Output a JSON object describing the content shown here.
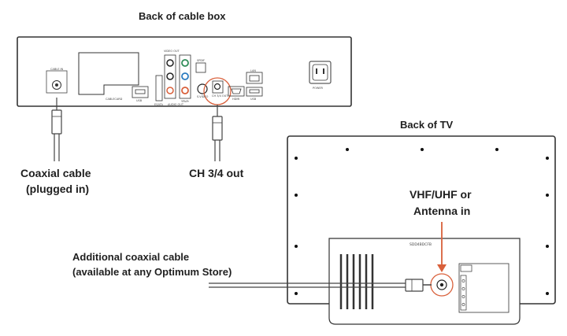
{
  "cable_box": {
    "title": "Back of cable box",
    "port_labels": {
      "cable_in": "CABLE IN",
      "cablecard": "CABLECARD",
      "usb": "USB",
      "esata": "ESATA",
      "video_out": "VIDEO OUT",
      "audio_out": "AUDIO OUT",
      "ypbpr": "YPbPr",
      "spdif": "SPDIF",
      "svideo": "S-VIDEO",
      "ch34_out": "CH 3/4 OUT",
      "hdmi": "HDMI",
      "lan": "LAN",
      "usb2": "USB",
      "power": "POWER"
    }
  },
  "tv": {
    "title": "Back of TV",
    "model": "SDD4BDCFB",
    "panel_labels": [
      "",
      "",
      "",
      ""
    ]
  },
  "callouts": {
    "coaxial_line1": "Coaxial cable",
    "coaxial_line2": "(plugged in)",
    "ch34_out": "CH 3/4 out",
    "antenna_line1": "VHF/UHF or",
    "antenna_line2": "Antenna in",
    "additional_line1": "Additional coaxial cable",
    "additional_line2": "(available at any Optimum Store)"
  },
  "colors": {
    "highlight": "#d9603b",
    "outline": "#3a3a3a",
    "port_green": "#2e8b57",
    "port_blue": "#2b7bbf",
    "port_orange": "#e07b2a"
  }
}
